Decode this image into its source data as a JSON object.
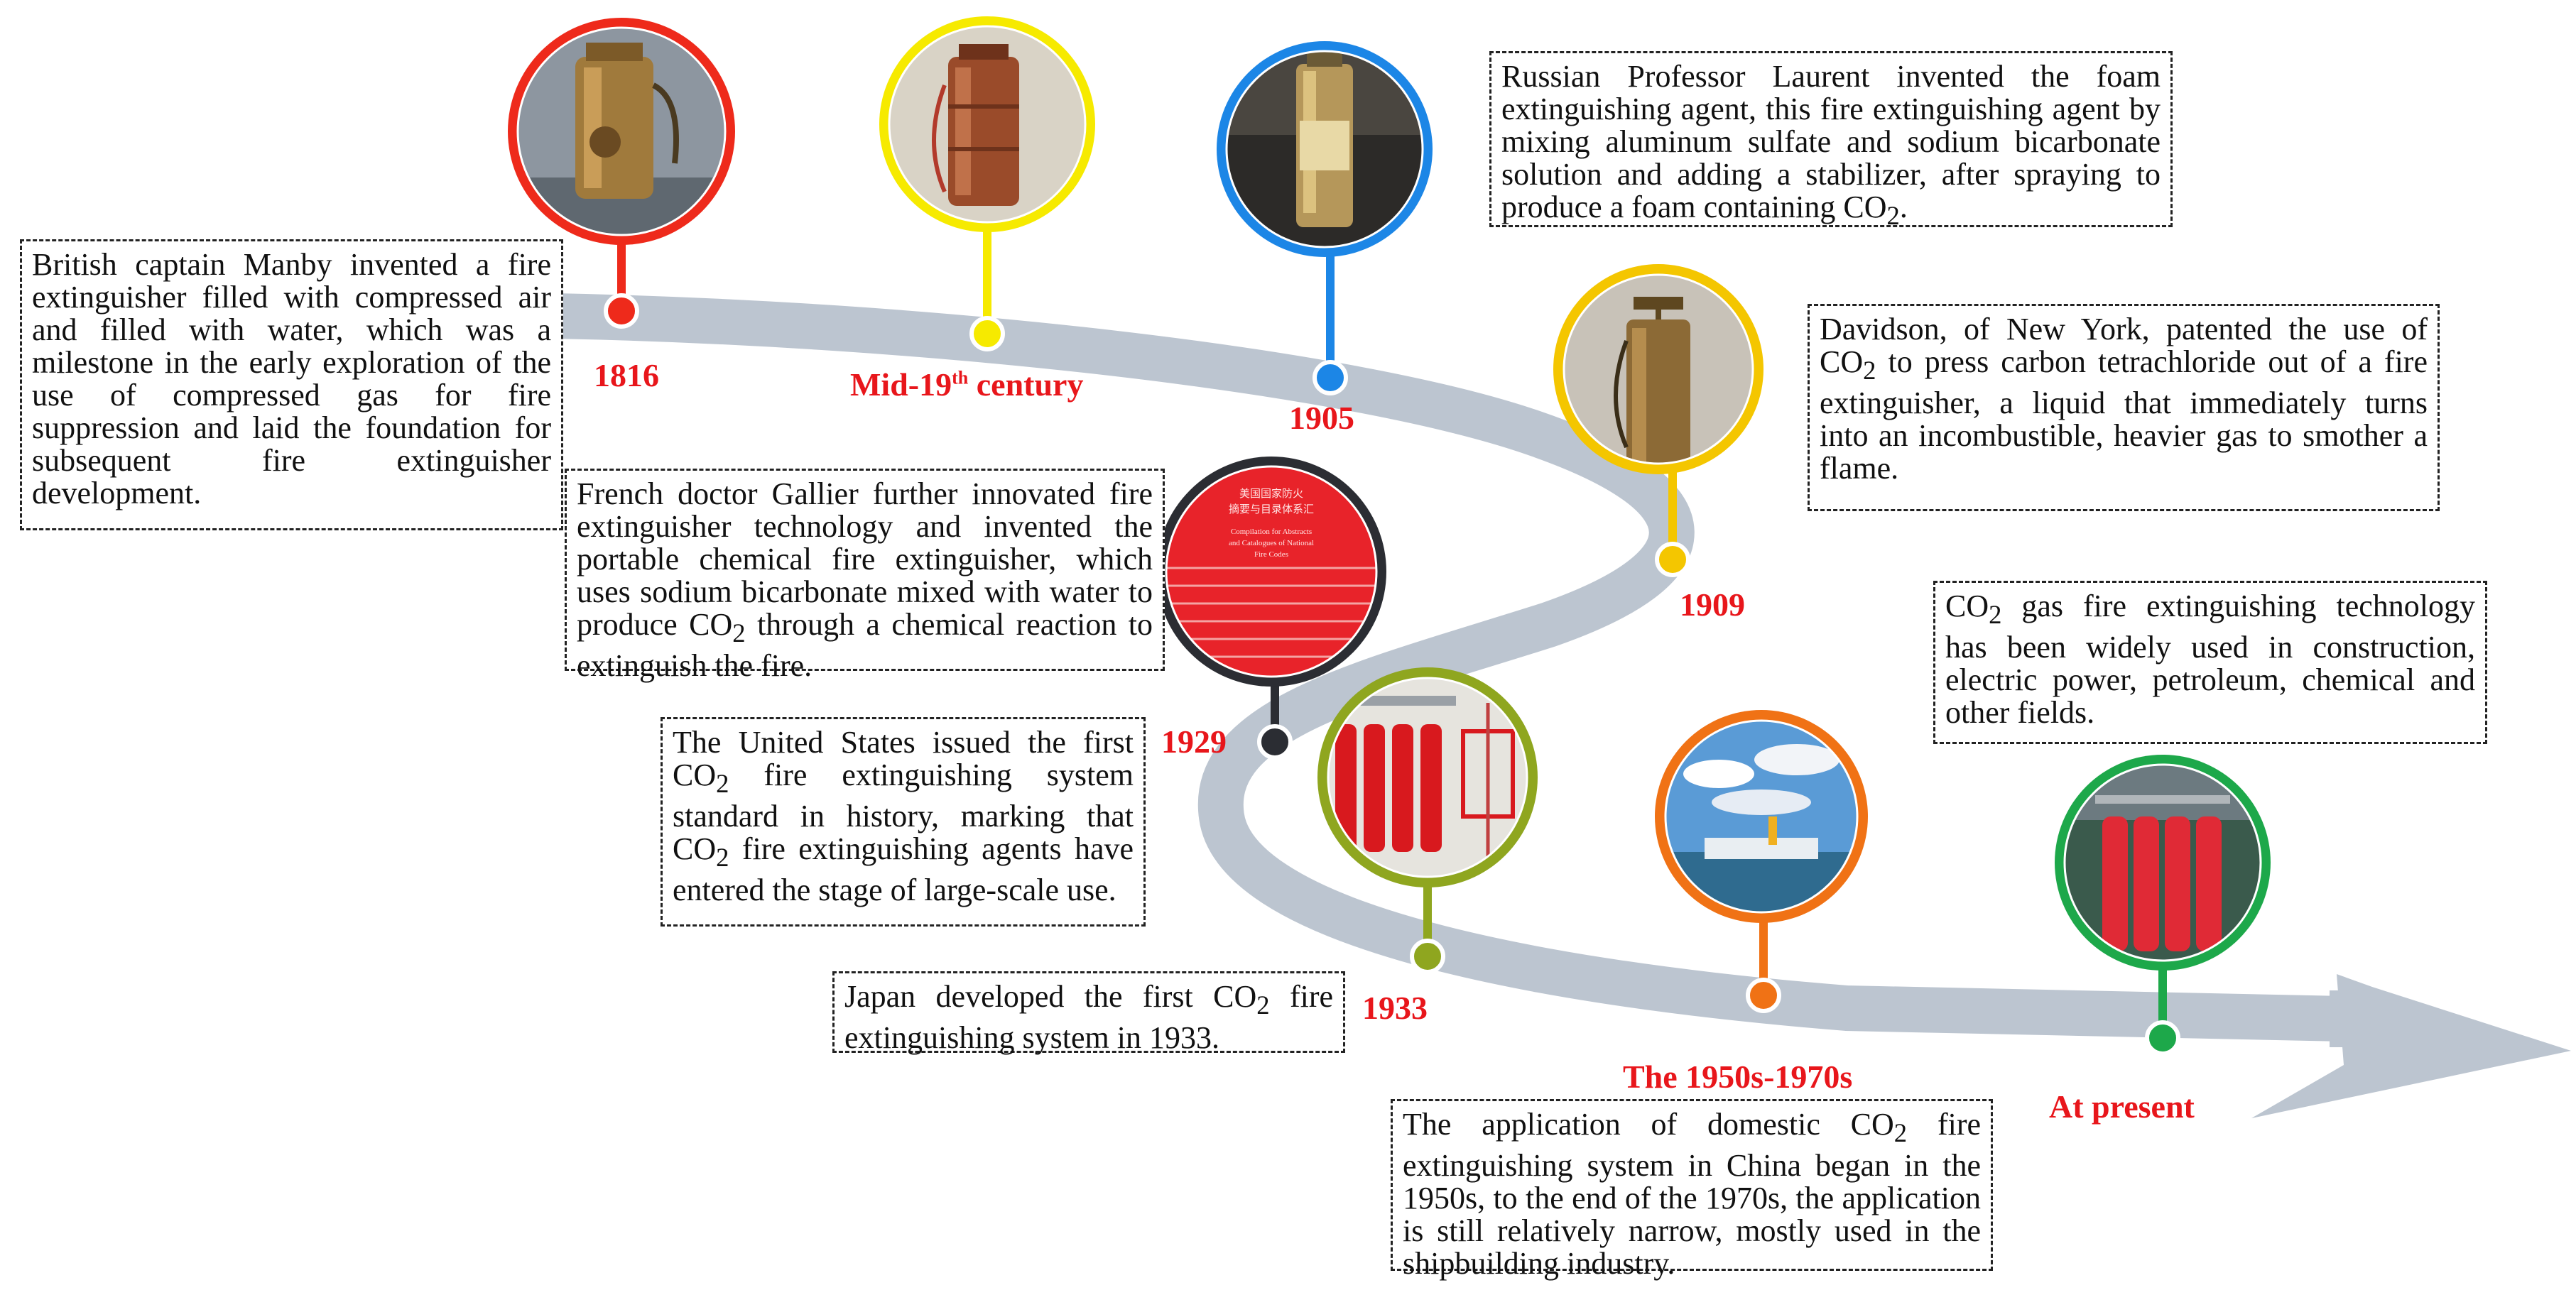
{
  "colors": {
    "road": "#bcc5d0",
    "year_text": "#e8161b",
    "events": [
      "#ee2a1b",
      "#f6ea00",
      "#1c86e6",
      "#f4c600",
      "#2b2d33",
      "#8fa61f",
      "#f07215",
      "#1da84a"
    ]
  },
  "years": {
    "y1816": "1816",
    "mid19": {
      "pre": "Mid-19",
      "sup": "th",
      "post": " century"
    },
    "y1905": "1905",
    "y1909": "1909",
    "y1929": "1929",
    "y1933": "1933",
    "y1950s": "The 1950s-1970s",
    "present": "At present"
  },
  "photos": {
    "e1816": "brass-extinguisher-photo",
    "mid19": "copper-extinguisher-photo",
    "e1905": "foam-extinguisher-photo",
    "e1909": "brass-pump-extinguisher-photo",
    "e1929": "standard-document-cover-photo",
    "e1933": "co2-cylinder-system-photo",
    "e1950s": "ship-at-sea-photo",
    "present": "red-cylinder-bank-photo",
    "doc_cover_lines": [
      "美国国家防火",
      "摘要与目录体系汇",
      "Compilation for Abstracts",
      "and Catalogues of National",
      "Fire Codes"
    ]
  },
  "texts": {
    "manby": "British captain Manby invented a fire extinguisher filled with compressed air and filled with water, which was a milestone in the early exploration of the use of compressed gas for fire suppression and laid the foundation for subsequent fire extinguisher development.",
    "laurent": {
      "pre": "Russian Professor Laurent invented the foam extinguishing agent, this fire extinguishing agent by mixing aluminum sulfate and sodium bicarbonate solution and adding a stabilizer, after spraying to produce a foam containing CO",
      "sub": "2",
      "post": "."
    },
    "davidson": {
      "pre": "Davidson, of New York, patented the use of CO",
      "sub": "2",
      "post": " to press carbon tetrachloride out of a fire extinguisher, a liquid that immediately turns into an incombustible, heavier gas to smother a flame."
    },
    "gallier": {
      "pre": "French doctor Gallier further innovated fire extinguisher technology and invented the portable chemical fire extinguisher, which uses sodium bicarbonate mixed with water to produce CO",
      "sub": "2",
      "post": " through a chemical reaction to extinguish the fire."
    },
    "us": {
      "pre": "The United States issued the first CO",
      "sub": "2",
      "mid": " fire extinguishing system standard in history, marking that CO",
      "sub2": "2",
      "post": " fire extinguishing agents have entered the stage of large-scale use."
    },
    "japan": {
      "pre": "Japan developed the first CO",
      "sub": "2",
      "post": " fire extinguishing system in 1933."
    },
    "present": {
      "pre": " CO",
      "sub": "2",
      "post": " gas fire extinguishing technology has been widely used in construction, electric power, petroleum, chemical and other fields."
    },
    "china": {
      "pre": "The application of domestic CO",
      "sub": "2",
      "post": " fire extinguishing system in China began in the 1950s, to the end of the 1970s, the application is still relatively narrow, mostly used in the shipbuilding industry."
    }
  }
}
